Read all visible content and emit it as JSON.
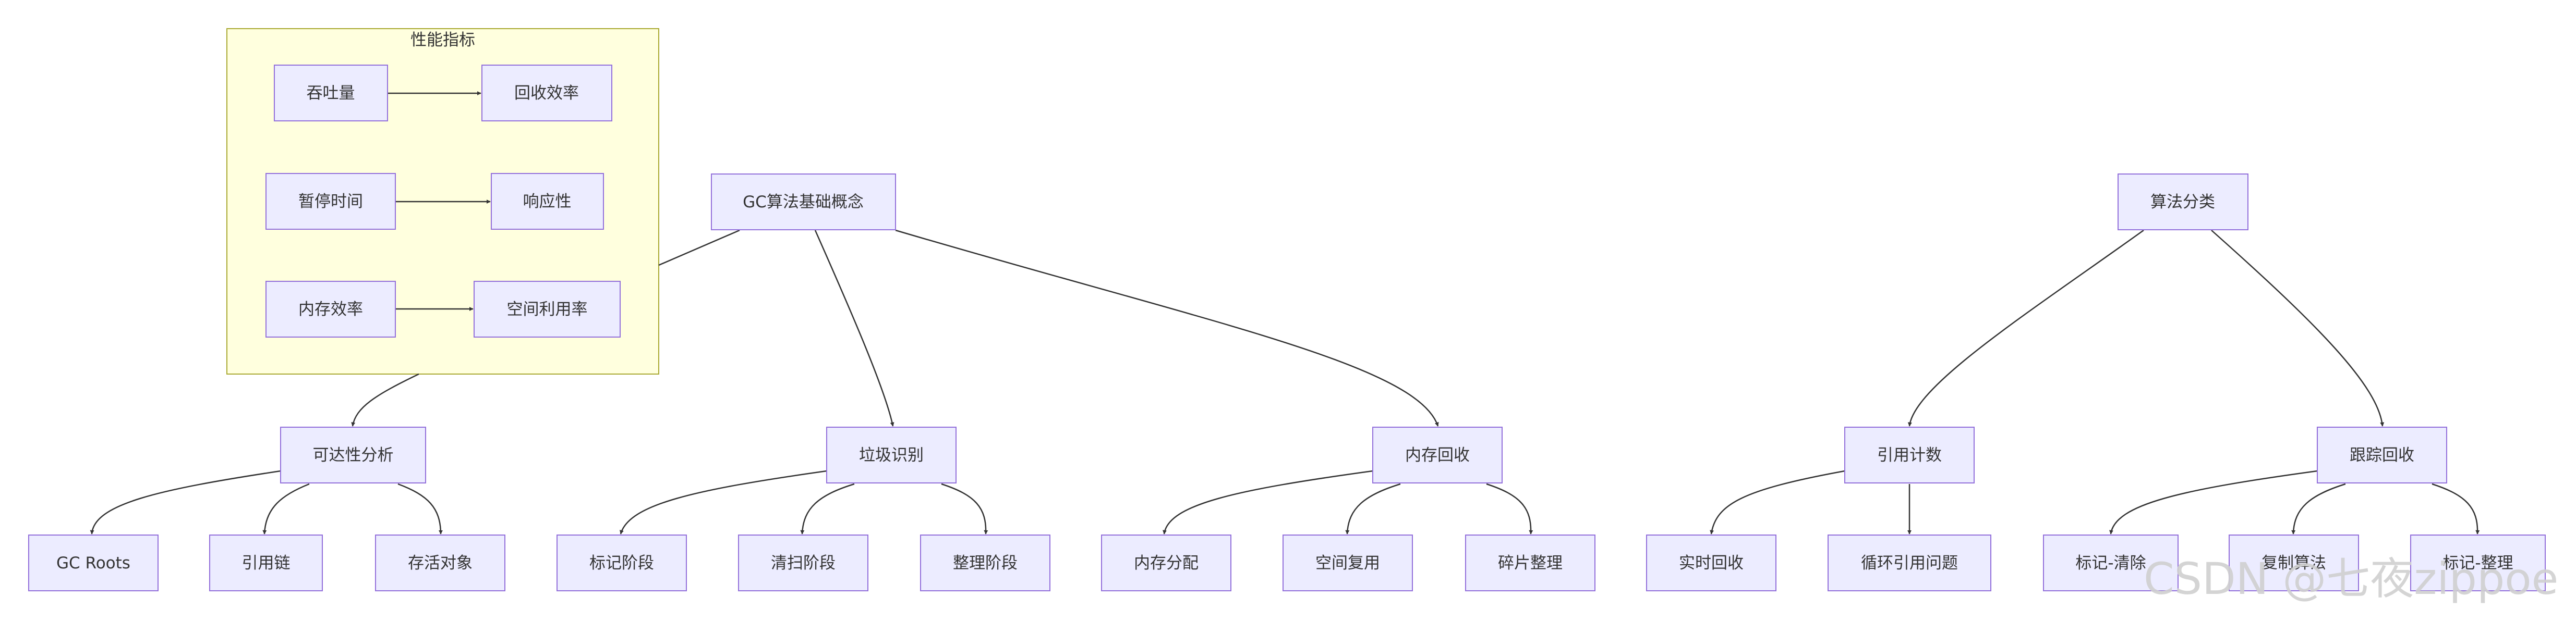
{
  "cluster": {
    "title": "性能指标"
  },
  "nodes": {
    "throughput": "吞吐量",
    "recycle_efficiency": "回收效率",
    "pause_time": "暂停时间",
    "responsiveness": "响应性",
    "memory_efficiency": "内存效率",
    "space_utilization": "空间利用率",
    "gc_basics": "GC算法基础概念",
    "reachability": "可达性分析",
    "garbage_identify": "垃圾识别",
    "memory_reclaim": "内存回收",
    "gc_roots": "GC Roots",
    "reference_chain": "引用链",
    "live_objects": "存活对象",
    "mark_phase": "标记阶段",
    "sweep_phase": "清扫阶段",
    "compact_phase": "整理阶段",
    "memory_alloc": "内存分配",
    "space_reuse": "空间复用",
    "defrag": "碎片整理",
    "algo_class": "算法分类",
    "ref_counting": "引用计数",
    "tracing": "跟踪回收",
    "realtime_reclaim": "实时回收",
    "cyclic_ref": "循环引用问题",
    "mark_sweep": "标记-清除",
    "copying": "复制算法",
    "mark_compact": "标记-整理"
  },
  "watermark": "CSDN @七夜zippoe"
}
